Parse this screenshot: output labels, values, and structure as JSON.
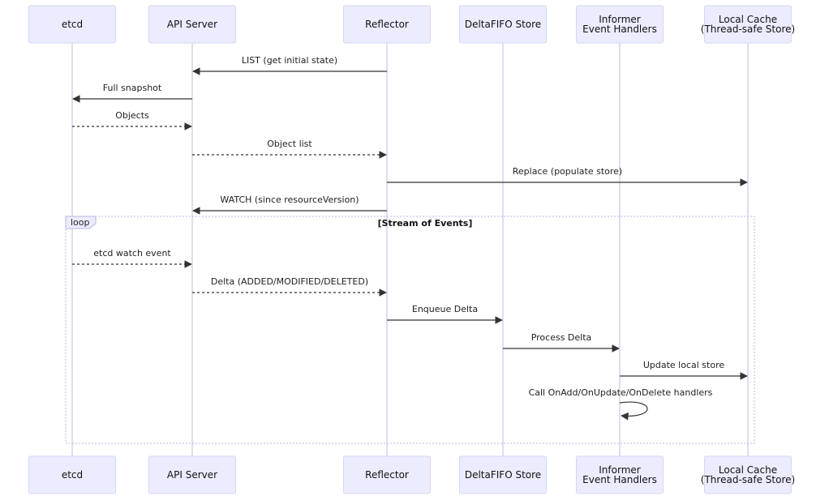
{
  "participants": [
    {
      "id": "etcd",
      "lines": [
        "etcd"
      ]
    },
    {
      "id": "api",
      "lines": [
        "API Server"
      ]
    },
    {
      "id": "reflector",
      "lines": [
        "Reflector"
      ]
    },
    {
      "id": "fifo",
      "lines": [
        "DeltaFIFO Store"
      ]
    },
    {
      "id": "informer",
      "lines": [
        "Informer",
        "Event Handlers"
      ]
    },
    {
      "id": "cache",
      "lines": [
        "Local Cache",
        "(Thread-safe Store)"
      ]
    }
  ],
  "messages": [
    {
      "from": "reflector",
      "to": "api",
      "label": "LIST (get initial state)",
      "style": "solid"
    },
    {
      "from": "api",
      "to": "etcd",
      "label": "Full snapshot",
      "style": "solid"
    },
    {
      "from": "etcd",
      "to": "api",
      "label": "Objects",
      "style": "dashed"
    },
    {
      "from": "api",
      "to": "reflector",
      "label": "Object list",
      "style": "dashed"
    },
    {
      "from": "reflector",
      "to": "cache",
      "label": "Replace (populate store)",
      "style": "solid"
    },
    {
      "from": "reflector",
      "to": "api",
      "label": "WATCH (since resourceVersion)",
      "style": "solid"
    },
    {
      "from": "etcd",
      "to": "api",
      "label": "etcd watch event",
      "style": "dashed"
    },
    {
      "from": "api",
      "to": "reflector",
      "label": "Delta (ADDED/MODIFIED/DELETED)",
      "style": "dashed"
    },
    {
      "from": "reflector",
      "to": "fifo",
      "label": "Enqueue Delta",
      "style": "solid"
    },
    {
      "from": "fifo",
      "to": "informer",
      "label": "Process Delta",
      "style": "solid"
    },
    {
      "from": "informer",
      "to": "cache",
      "label": "Update local store",
      "style": "solid"
    },
    {
      "from": "informer",
      "to": "informer",
      "label": "Call OnAdd/OnUpdate/OnDelete handlers",
      "style": "solid"
    }
  ],
  "loop": {
    "label": "loop",
    "condition": "[Stream of Events]"
  },
  "colors": {
    "actor_fill": "#ECECFF",
    "lifeline": "#c8c8ea",
    "line": "#333333"
  }
}
